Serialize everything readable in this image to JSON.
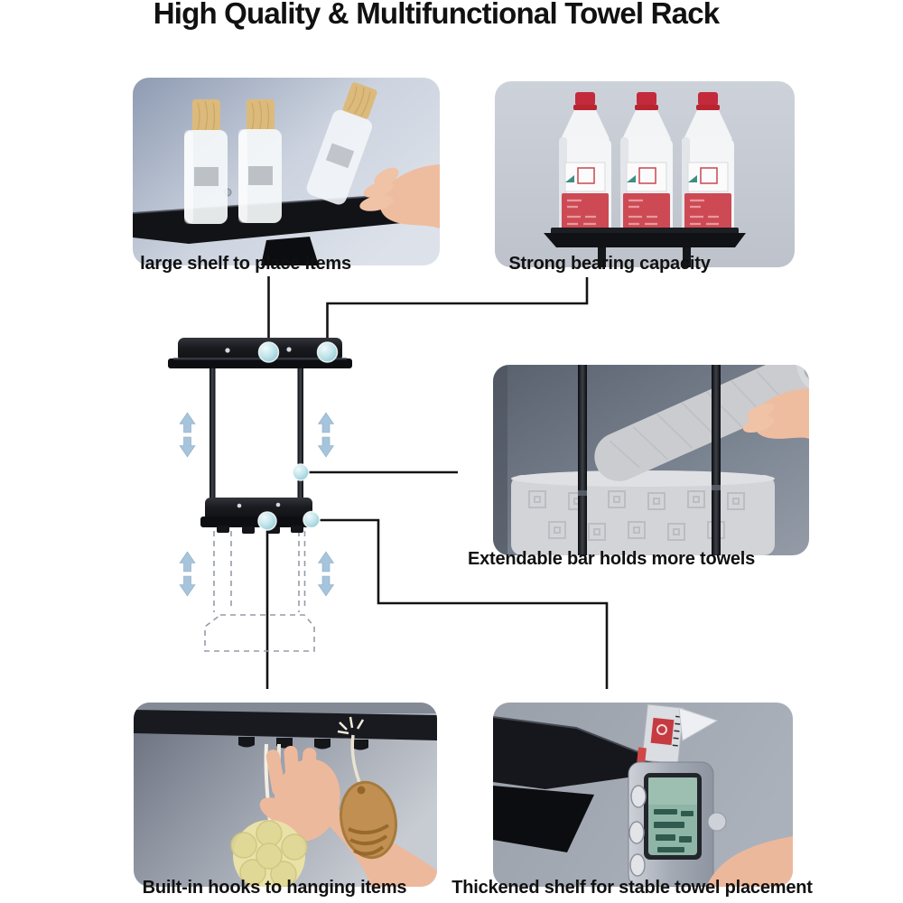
{
  "title": "High Quality & Multifunctional Towel Rack",
  "callouts": {
    "large_shelf": "large shelf to place items",
    "bearing": "Strong bearing capacity",
    "extendable": "Extendable bar holds more towels",
    "hooks": "Built-in hooks to hanging items",
    "thickened": "Thickened shelf for stable towel placement"
  },
  "colors": {
    "background": "#ffffff",
    "text": "#111111",
    "connector_line": "#141414",
    "rack_black": "#17181c",
    "callout_dot": "#a9d8e0",
    "extend_arrow": "#a6c4db",
    "dashed_outline": "#959ca7",
    "wood_cap": "#dcba7c",
    "bottle_cap_red": "#c32a3c",
    "label_red": "#cd4a55",
    "towel_gray": "#d2d3d6",
    "loofah_yellow": "#e9e2a8",
    "brush_wood": "#c28f52",
    "caliper_lcd": "#8fb5a7",
    "skin": "#ecbc9f"
  }
}
